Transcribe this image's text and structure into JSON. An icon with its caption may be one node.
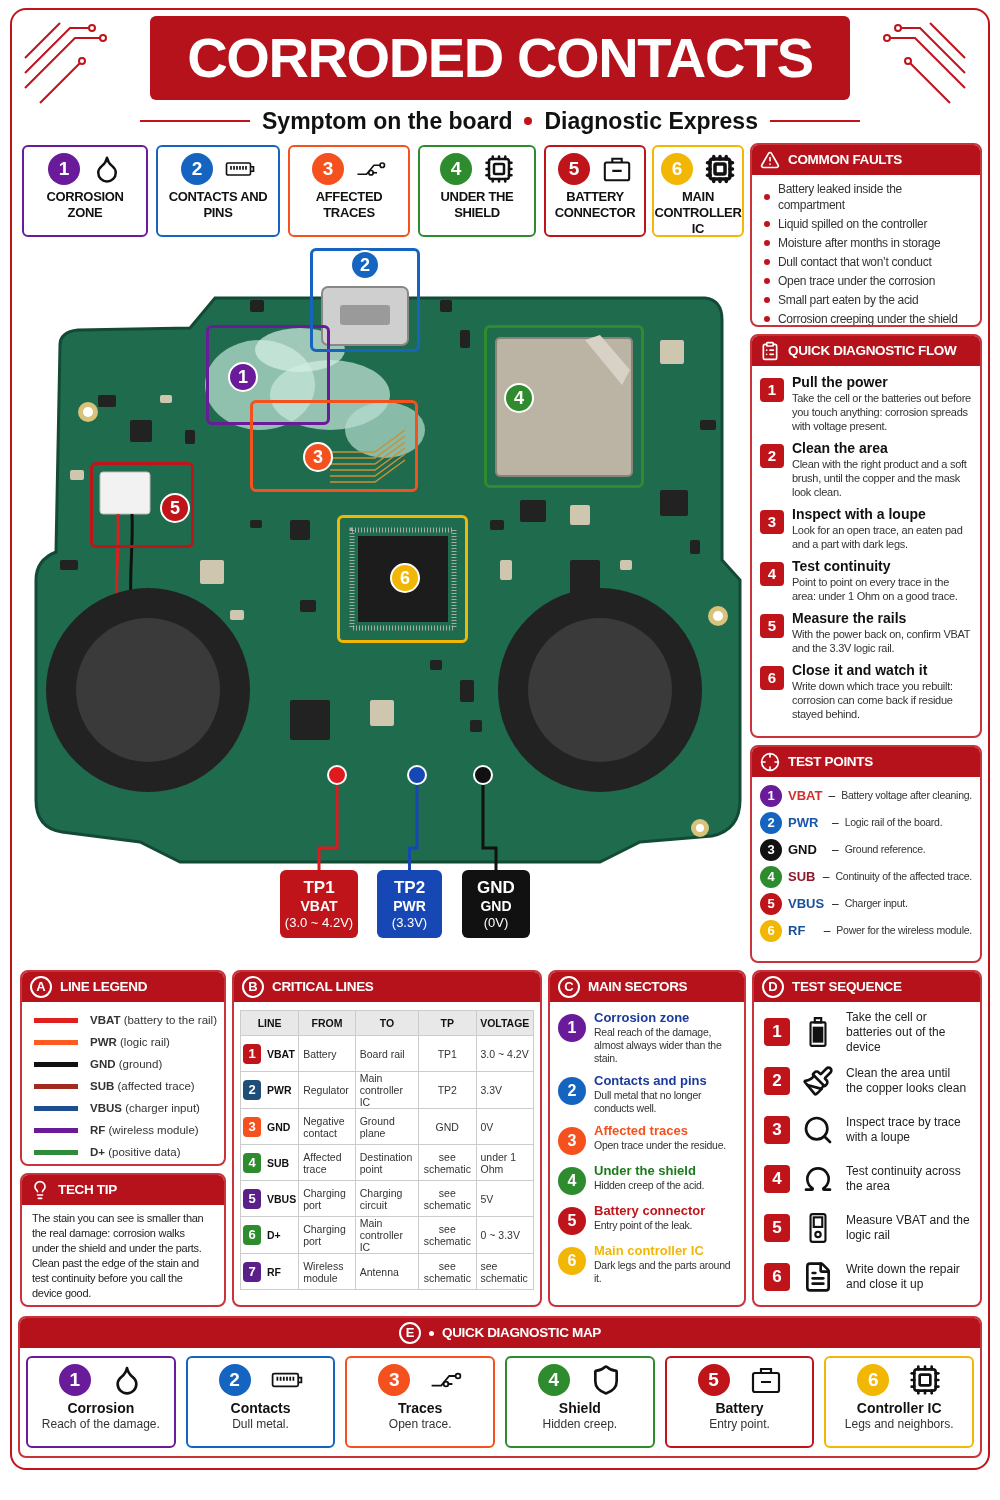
{
  "diagram": {
    "title": "CORRODED CONTACTS",
    "nodes": [
      {
        "text": [
          "1",
          "CORROSION ZONE"
        ]
      },
      {
        "text": [
          "2",
          "CONTACTS AND PINS"
        ]
      },
      {
        "text": [
          "3",
          "AFFECTED TRACES"
        ]
      },
      {
        "text": [
          "4",
          "UNDER THE SHIELD"
        ]
      },
      {
        "text": [
          "5",
          "BATTERY CONNECTOR"
        ]
      },
      {
        "text": [
          "6",
          "MAIN CONTROLLER IC"
        ]
      },
      {
        "text": [
          "COMMON FAULTS",
          "Battery leaked inside the compartment",
          "Liquid spilled on the controller",
          "Moisture after months in storage",
          "Dull contact that won’t conduct",
          "Open trace under the corrosion",
          "Small part eaten by the acid",
          "Corrosion creeping under the shield"
        ]
      },
      {
        "text": [
          "QUICK DIAGNOSTIC FLOW"
        ]
      },
      {
        "text": [
          "1",
          "Pull the power",
          "Take the cell or the batteries out before you touch anything: corrosion spreads with voltage present."
        ],
        "in": 7
      },
      {
        "text": [
          "2",
          "Clean the area",
          "Clean with the right product and a soft brush, until the copper and the mask look clean."
        ],
        "in": 7
      },
      {
        "text": [
          "3",
          "Inspect with a loupe",
          "Look for an open trace, an eaten pad and a part with dark legs."
        ],
        "in": 7
      },
      {
        "text": [
          "4",
          "Test continuity",
          "Point to point on every trace in the area: under 1 Ohm on a good trace."
        ],
        "in": 7
      },
      {
        "text": [
          "5",
          "Measure the rails",
          "With the power back on, confirm VBAT and the 3.3V logic rail."
        ],
        "in": 7
      },
      {
        "text": [
          "6",
          "Close it and watch it",
          "Write down which trace you rebuilt: corrosion can come back if residue stayed behind."
        ],
        "in": 7
      },
      {
        "text": [
          "TEST POINTS"
        ]
      },
      {
        "text": [
          "1",
          "VBAT",
          "–",
          "Battery voltage after cleaning."
        ],
        "in": 14
      },
      {
        "text": [
          "2",
          "PWR",
          "–",
          "Logic rail of the board."
        ],
        "in": 14
      },
      {
        "text": [
          "3",
          "GND",
          "–",
          "Ground reference."
        ],
        "in": 14
      },
      {
        "text": [
          "4",
          "SUB",
          "–",
          "Continuity of the affected trace."
        ],
        "in": 14
      },
      {
        "text": [
          "5",
          "VBUS",
          "–",
          "Charger input."
        ],
        "in": 14
      },
      {
        "text": [
          "6",
          "RF",
          "–",
          "Power for the wireless module."
        ],
        "in": 14
      },
      {
        "text": [],
        "shape": "picture"
      },
      {
        "text": [
          "1"
        ],
        "in": 21
      },
      {
        "text": [
          "2"
        ]
      },
      {
        "text": [
          "3"
        ],
        "in": 21
      },
      {
        "text": [
          "4"
        ],
        "in": 21
      },
      {
        "text": [
          "5"
        ],
        "in": 21
      },
      {
        "text": [
          "6"
        ],
        "in": 21
      },
      {
        "text": [],
        "shape": "circle",
        "in": 21
      },
      {
        "text": [],
        "shape": "circle",
        "in": 21
      },
      {
        "text": [],
        "shape": "circle",
        "in": 21
      },
      {
        "text": [
          "TP1",
          "VBAT",
          "(3.0 ~ 4.2V)"
        ]
      },
      {
        "text": [
          "TP2",
          "PWR",
          "(3.3V)"
        ]
      },
      {
        "text": [
          "GND",
          "GND",
          "(0V)"
        ]
      },
      {
        "text": [
          "A",
          "LINE LEGEND"
        ]
      },
      {
        "text": [
          "TECH TIP",
          "The stain you can see is smaller than the real damage: corrosion walks under the shield and under the parts. Clean past the edge of the stain and test continuity before you call the device good."
        ]
      },
      {
        "text": [
          "B",
          "CRITICAL LINES"
        ]
      },
      {
        "text": [
          "C",
          "MAIN SECTORS"
        ]
      },
      {
        "text": [
          "1",
          "Corrosion zone",
          "Real reach of the damage, almost always wider than the stain."
        ],
        "in": 37
      },
      {
        "text": [
          "2",
          "Contacts and pins",
          "Dull metal that no longer conducts well."
        ],
        "in": 37
      },
      {
        "text": [
          "3",
          "Affected traces",
          "Open trace under the residue."
        ],
        "in": 37
      },
      {
        "text": [
          "4",
          "Under the shield",
          "Hidden creep of the acid."
        ],
        "in": 37
      },
      {
        "text": [
          "5",
          "Battery connector",
          "Entry point of the leak."
        ],
        "in": 37
      },
      {
        "text": [
          "6",
          "Main controller IC",
          "Dark legs and the parts around it."
        ],
        "in": 37
      },
      {
        "text": [
          "D",
          "TEST SEQUENCE"
        ]
      },
      {
        "text": [
          "1",
          "Take the cell or batteries out of the device"
        ],
        "in": 44
      },
      {
        "text": [
          "2",
          "Clean the area until the copper looks clean"
        ],
        "in": 44
      },
      {
        "text": [
          "3",
          "Inspect trace by trace with a loupe"
        ],
        "in": 44
      },
      {
        "text": [
          "4",
          "Test continuity across the area"
        ],
        "in": 44
      },
      {
        "text": [
          "5",
          "Measure VBAT and the logic rail"
        ],
        "in": 44
      },
      {
        "text": [
          "6",
          "Write down the repair and close it up"
        ],
        "in": 44
      },
      {
        "text": [
          "E",
          "QUICK DIAGNOSTIC MAP"
        ]
      },
      {
        "text": [
          "1",
          "Corrosion",
          "Reach of the damage."
        ],
        "in": 51
      },
      {
        "text": [
          "2",
          "Contacts",
          "Dull metal."
        ],
        "in": 51
      },
      {
        "text": [
          "3",
          "Traces",
          "Open trace."
        ],
        "in": 51
      },
      {
        "text": [
          "4",
          "Shield",
          "Hidden creep."
        ],
        "in": 51
      },
      {
        "text": [
          "5",
          "Battery",
          "Entry point."
        ],
        "in": 51
      },
      {
        "text": [
          "6",
          "Controller IC",
          "Legs and neighbors."
        ],
        "in": 51
      }
    ],
    "edges": [
      {
        "from": 28,
        "to": 31,
        "arrow": "none",
        "color": "#e0191f"
      },
      {
        "from": 29,
        "to": 32,
        "arrow": "none",
        "color": "#1747b5"
      },
      {
        "from": 30,
        "to": 33,
        "arrow": "none",
        "color": "#111111"
      }
    ],
    "labels": [
      "Symptom on the board",
      "Diagnostic Express",
      "LINE",
      "FROM",
      "TO",
      "TP",
      "VOLTAGE",
      "1",
      "VBAT",
      "Battery",
      "Board rail",
      "TP1",
      "3.0 ~ 4.2V",
      "2",
      "PWR",
      "Regulator",
      "Main controller IC",
      "TP2",
      "3.3V",
      "3",
      "GND",
      "Negative contact",
      "Ground plane",
      "GND",
      "0V",
      "4",
      "SUB",
      "Affected trace",
      "Destination point",
      "see schematic",
      "under 1 Ohm",
      "5",
      "VBUS",
      "Charging port",
      "Charging circuit",
      "see schematic",
      "5V",
      "6",
      "D+",
      "Charging port",
      "Main controller IC",
      "see schematic",
      "0 ~ 3.3V",
      "7",
      "RF",
      "Wireless module",
      "Antenna",
      "see schematic",
      "see schematic"
    ],
    "legend": [
      {
        "text": "**VBAT** (battery to the rail)",
        "color": "#e02020"
      },
      {
        "text": "**PWR** (logic rail)",
        "color": "#ff5a1f"
      },
      {
        "text": "**GND** (ground)",
        "color": "#111111"
      },
      {
        "text": "**SUB** (affected trace)",
        "color": "#a32a1e"
      },
      {
        "text": "**VBUS** (charger input)",
        "color": "#1f4e8c"
      },
      {
        "text": "**RF** (wireless module)",
        "color": "#6a1b9a"
      },
      {
        "text": "**D+** (positive data)",
        "color": "#2e8b3a"
      }
    ]
  }
}
